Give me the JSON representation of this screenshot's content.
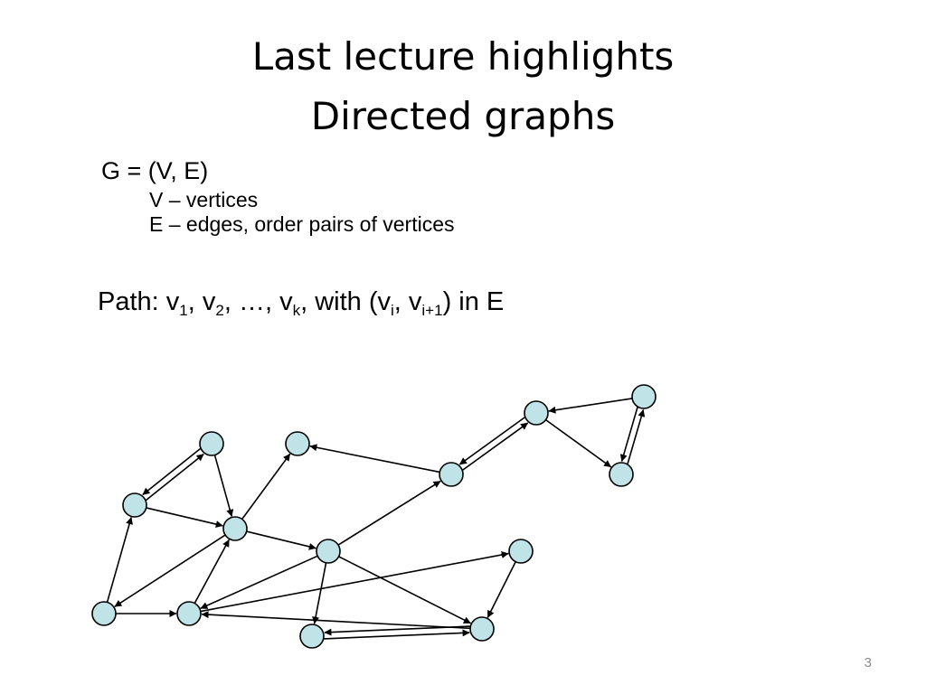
{
  "title_line1": "Last lecture highlights",
  "title_line2": "Directed graphs",
  "definition": "G = (V, E)",
  "v_def": "V – vertices",
  "e_def": "E – edges, order pairs of vertices",
  "path": {
    "prefix": "Path:  v",
    "s1": "1",
    "t1": ", v",
    "s2": "2",
    "t2": ", …, v",
    "s3": "k",
    "t3": ", with (v",
    "s4": "i",
    "t4": ", v",
    "s5": "i+1",
    "t5": ") in E"
  },
  "page_number": "3",
  "colors": {
    "node_fill": "#bfe3e6",
    "stroke": "#000000"
  }
}
